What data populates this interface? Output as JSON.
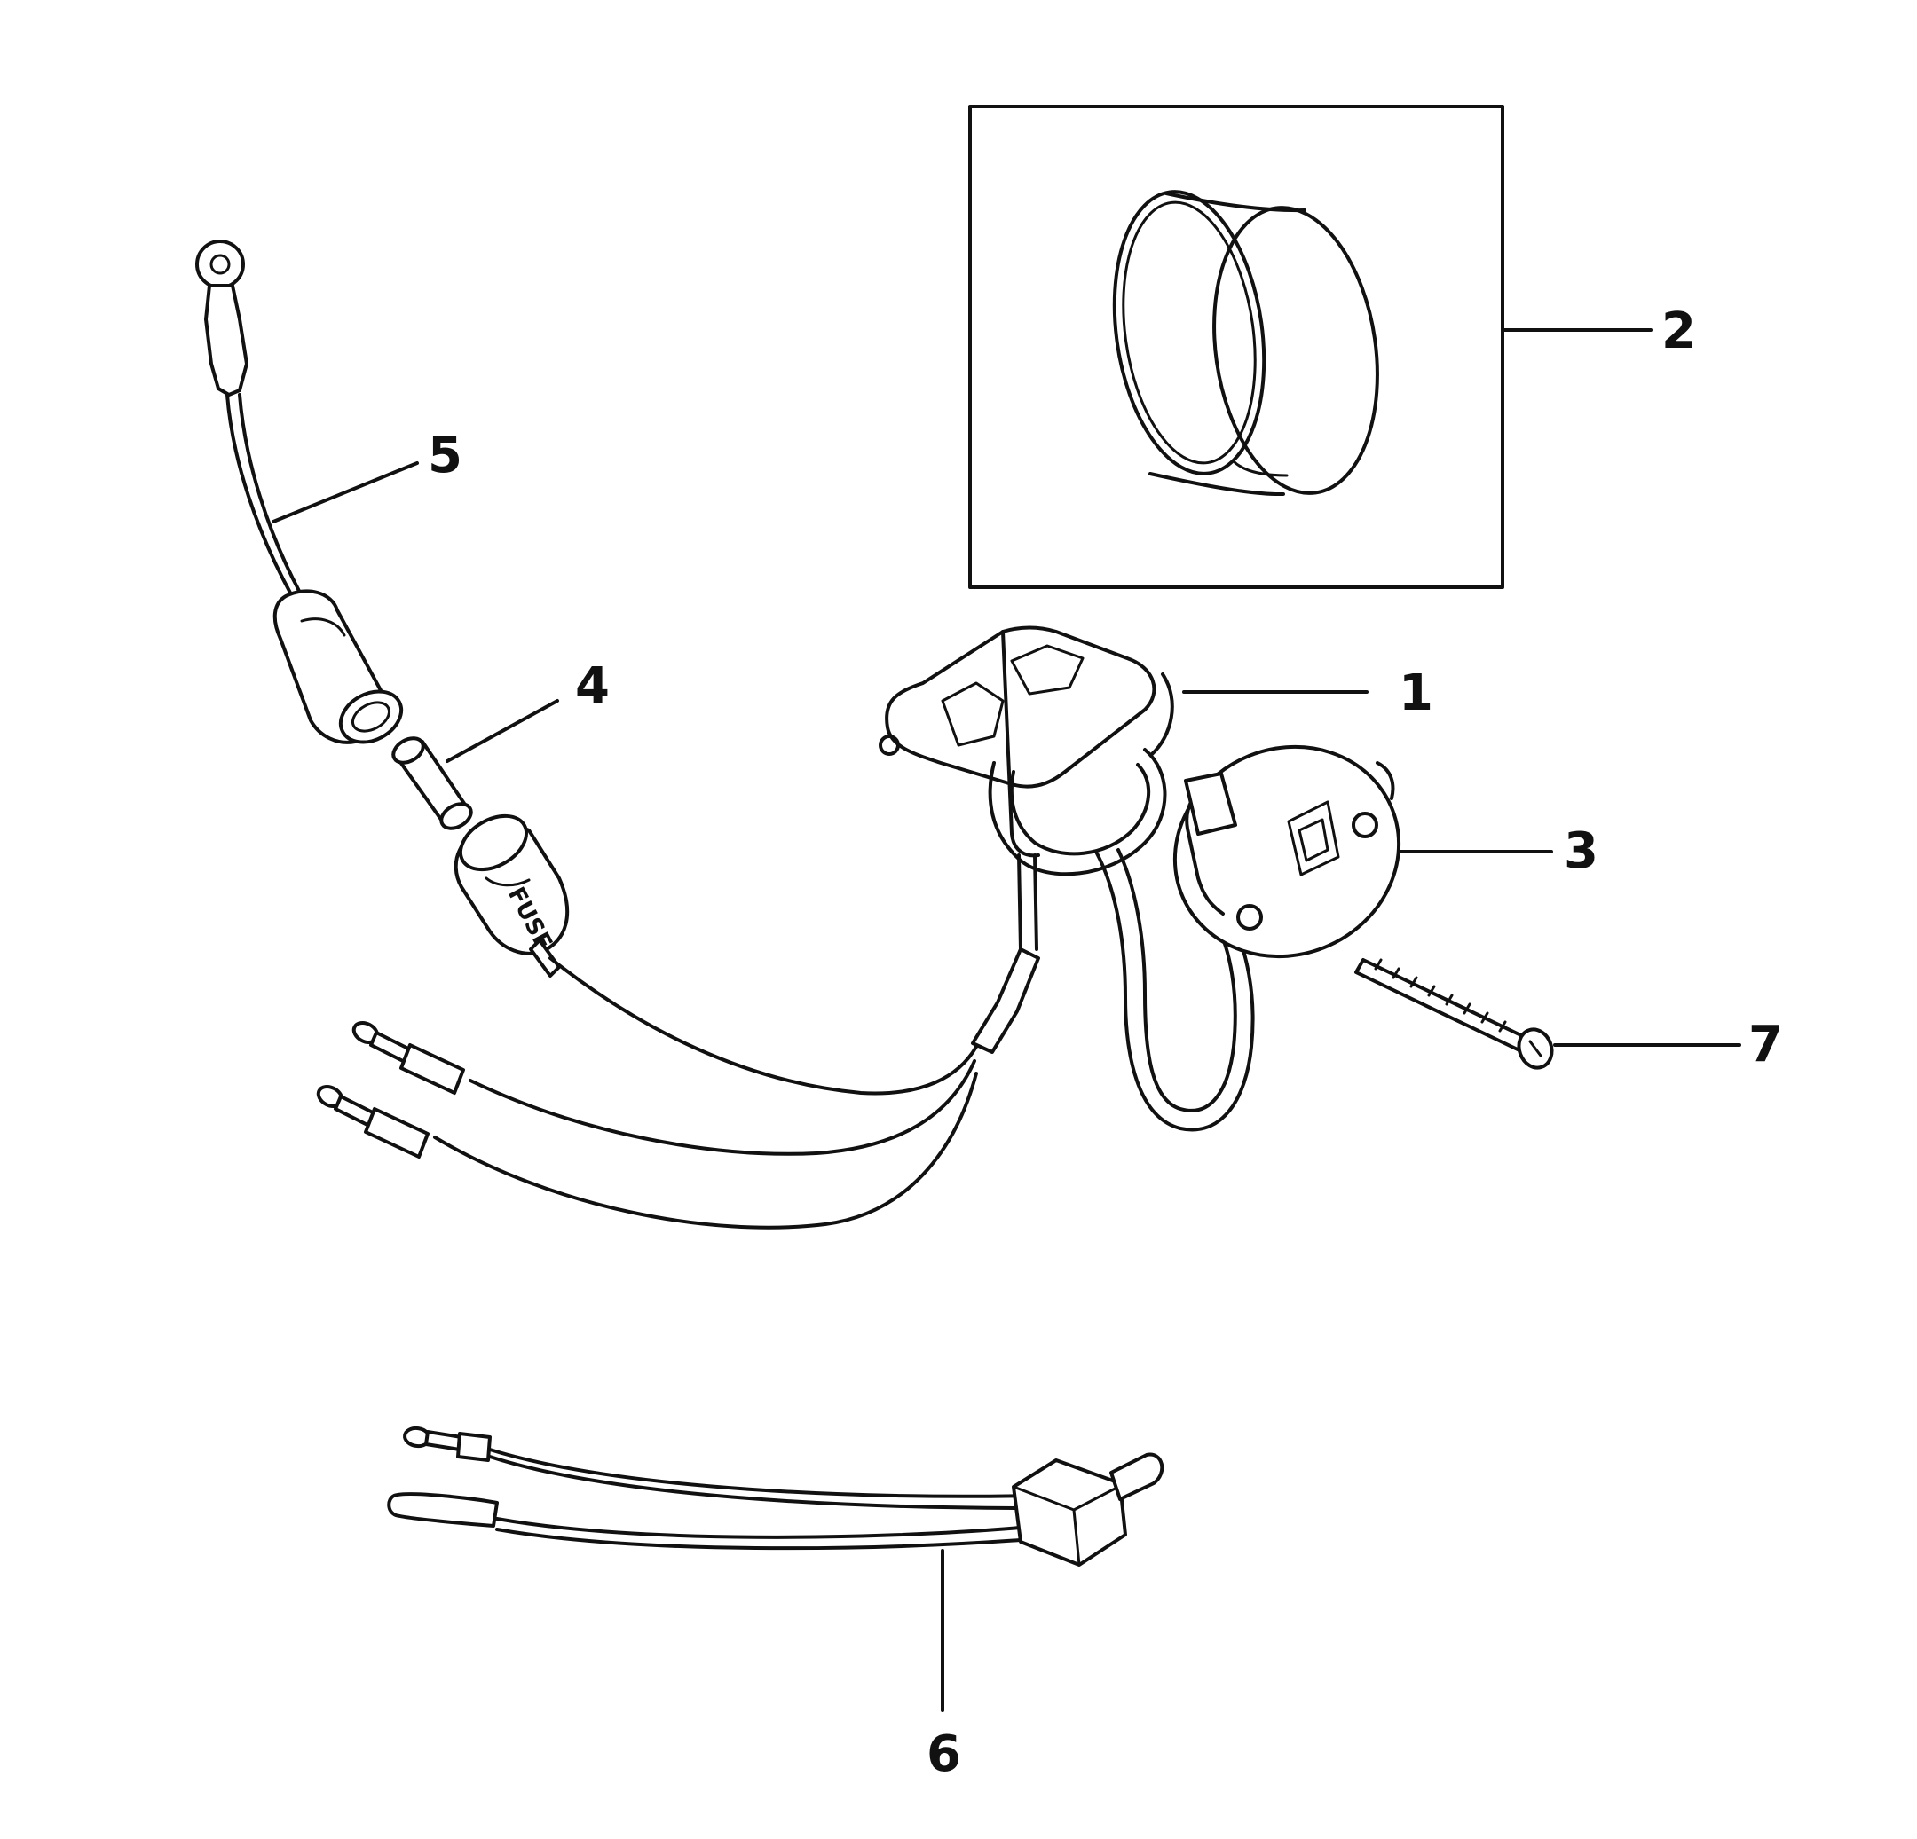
{
  "callouts": {
    "c1": "1",
    "c2": "2",
    "c3": "3",
    "c4": "4",
    "c5": "5",
    "c6": "6",
    "c7": "7"
  },
  "fuse_holder_text": "FUSE",
  "colors": {
    "ink": "#111111",
    "paper": "#ffffff"
  }
}
